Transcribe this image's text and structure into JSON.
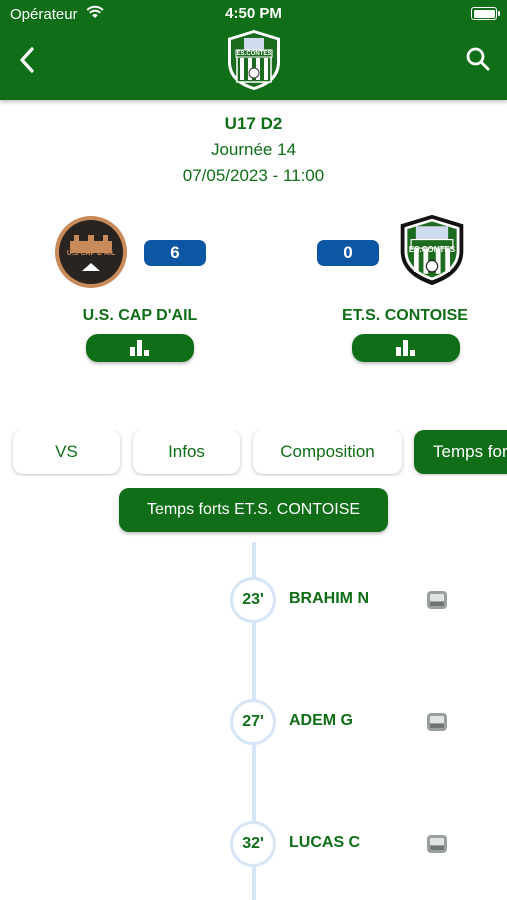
{
  "status_bar": {
    "carrier": "Opérateur",
    "time": "4:50 PM"
  },
  "header": {
    "back_icon": "chevron-left-icon",
    "search_icon": "search-icon",
    "logo_text": "ES.CONTES"
  },
  "match": {
    "competition": "U17 D2",
    "day": "Journée 14",
    "datetime": "07/05/2023 - 11:00",
    "home": {
      "name": "U.S. CAP D'AIL",
      "score": "6",
      "logo_text": "U.S CAP D'AIL"
    },
    "away": {
      "name": "ET.S. CONTOISE",
      "score": "0",
      "logo_text": "ES.CONTES"
    }
  },
  "tabs": [
    {
      "label": "VS"
    },
    {
      "label": "Infos"
    },
    {
      "label": "Composition"
    },
    {
      "label": "Temps forts",
      "active": true
    }
  ],
  "section_button": "Temps forts ET.S. CONTOISE",
  "events": [
    {
      "minute": "23'",
      "player": "BRAHIM N",
      "icon": "card-icon"
    },
    {
      "minute": "27'",
      "player": "ADEM G",
      "icon": "card-icon"
    },
    {
      "minute": "32'",
      "player": "LUCAS C",
      "icon": "card-icon"
    }
  ],
  "colors": {
    "primary": "#0f6e17",
    "score": "#0c56a3",
    "timeline": "#d6e6f7"
  }
}
